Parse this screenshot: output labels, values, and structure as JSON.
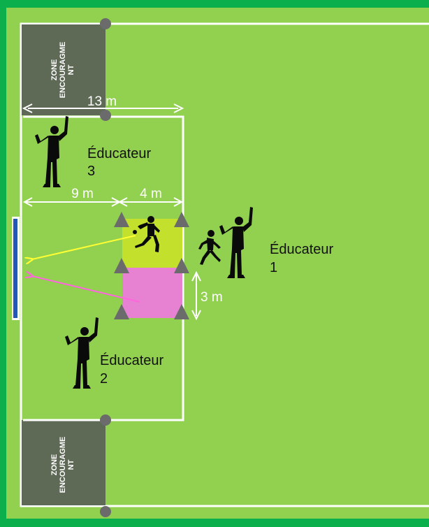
{
  "colors": {
    "border": "#0bb04c",
    "pitch": "#92d050",
    "zone": "#5e6a56",
    "lines": "#ffffff",
    "yellow_square": "#c3e02c",
    "pink_square": "#e782d2",
    "cone": "#6b6b6b",
    "goal": "#2457b8",
    "yellow_arrow": "#ffff33",
    "pink_arrow": "#ff66dd",
    "silhouette": "#0a0a0a"
  },
  "zones": {
    "top_line1": "ZONE",
    "top_line2": "ENCOURAGME",
    "top_line3": "NT",
    "bottom_line1": "ZONE",
    "bottom_line2": "ENCOURAGME",
    "bottom_line3": "NT"
  },
  "dimensions": {
    "width_label": "13 m",
    "left_label": "9 m",
    "right_label": "4 m",
    "depth_label": "3 m"
  },
  "educators": {
    "e1_name": "Éducateur",
    "e1_num": "1",
    "e2_name": "Éducateur",
    "e2_num": "2",
    "e3_name": "Éducateur",
    "e3_num": "3"
  },
  "icons": {
    "cone": "triangle-cone-icon",
    "player": "player-silhouette-icon",
    "post": "post-dot-icon"
  }
}
